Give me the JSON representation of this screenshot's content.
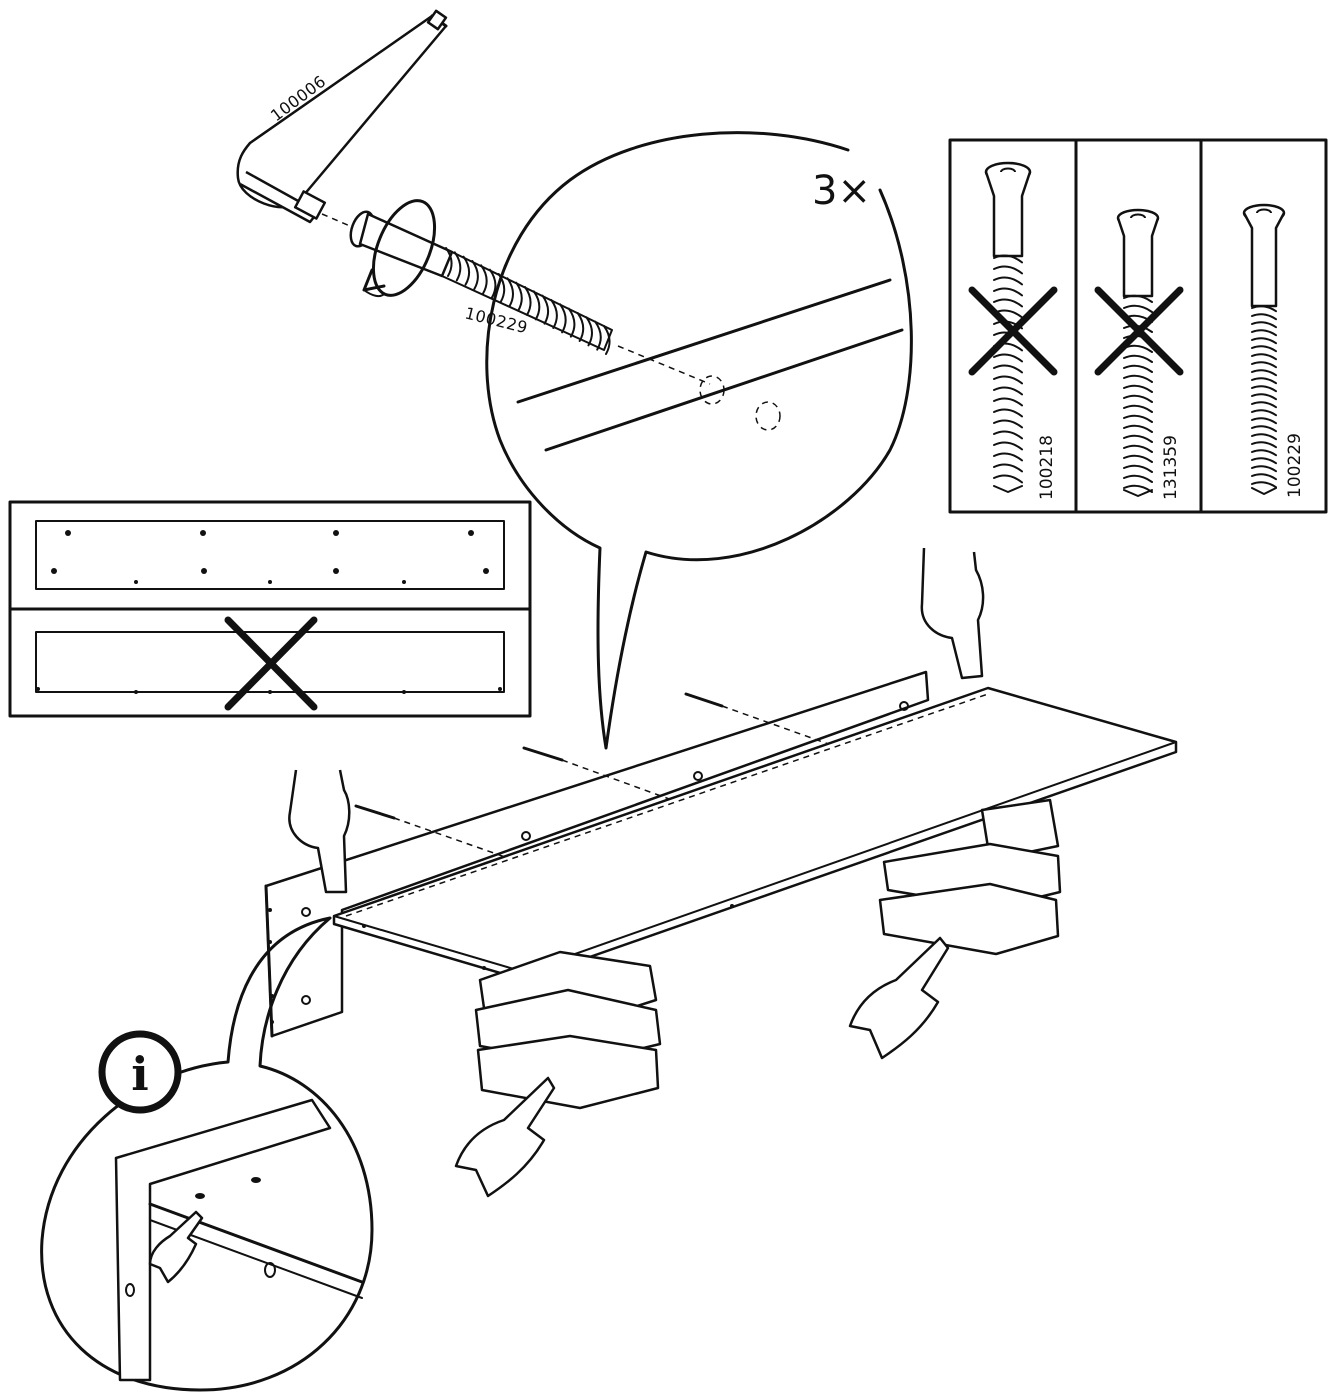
{
  "labels": {
    "allen_key_code": "100006",
    "screw_code": "100229",
    "quantity": "3×",
    "info_symbol": "i"
  },
  "screw_panel": {
    "items": [
      {
        "code": "100218",
        "correct": false
      },
      {
        "code": "131359",
        "correct": false
      },
      {
        "code": "100229",
        "correct": true
      }
    ]
  },
  "orientation_panel": {
    "rows": [
      {
        "state": "correct"
      },
      {
        "state": "wrong"
      }
    ]
  },
  "icons": [
    "allen-key-icon",
    "screw-icon",
    "rotate-arrow-icon",
    "hand-pointing-icon",
    "hand-pressing-icon",
    "book-stack-icon",
    "wrong-cross-icon",
    "info-icon"
  ],
  "colors": {
    "ink": "#111111",
    "paper": "#ffffff"
  }
}
